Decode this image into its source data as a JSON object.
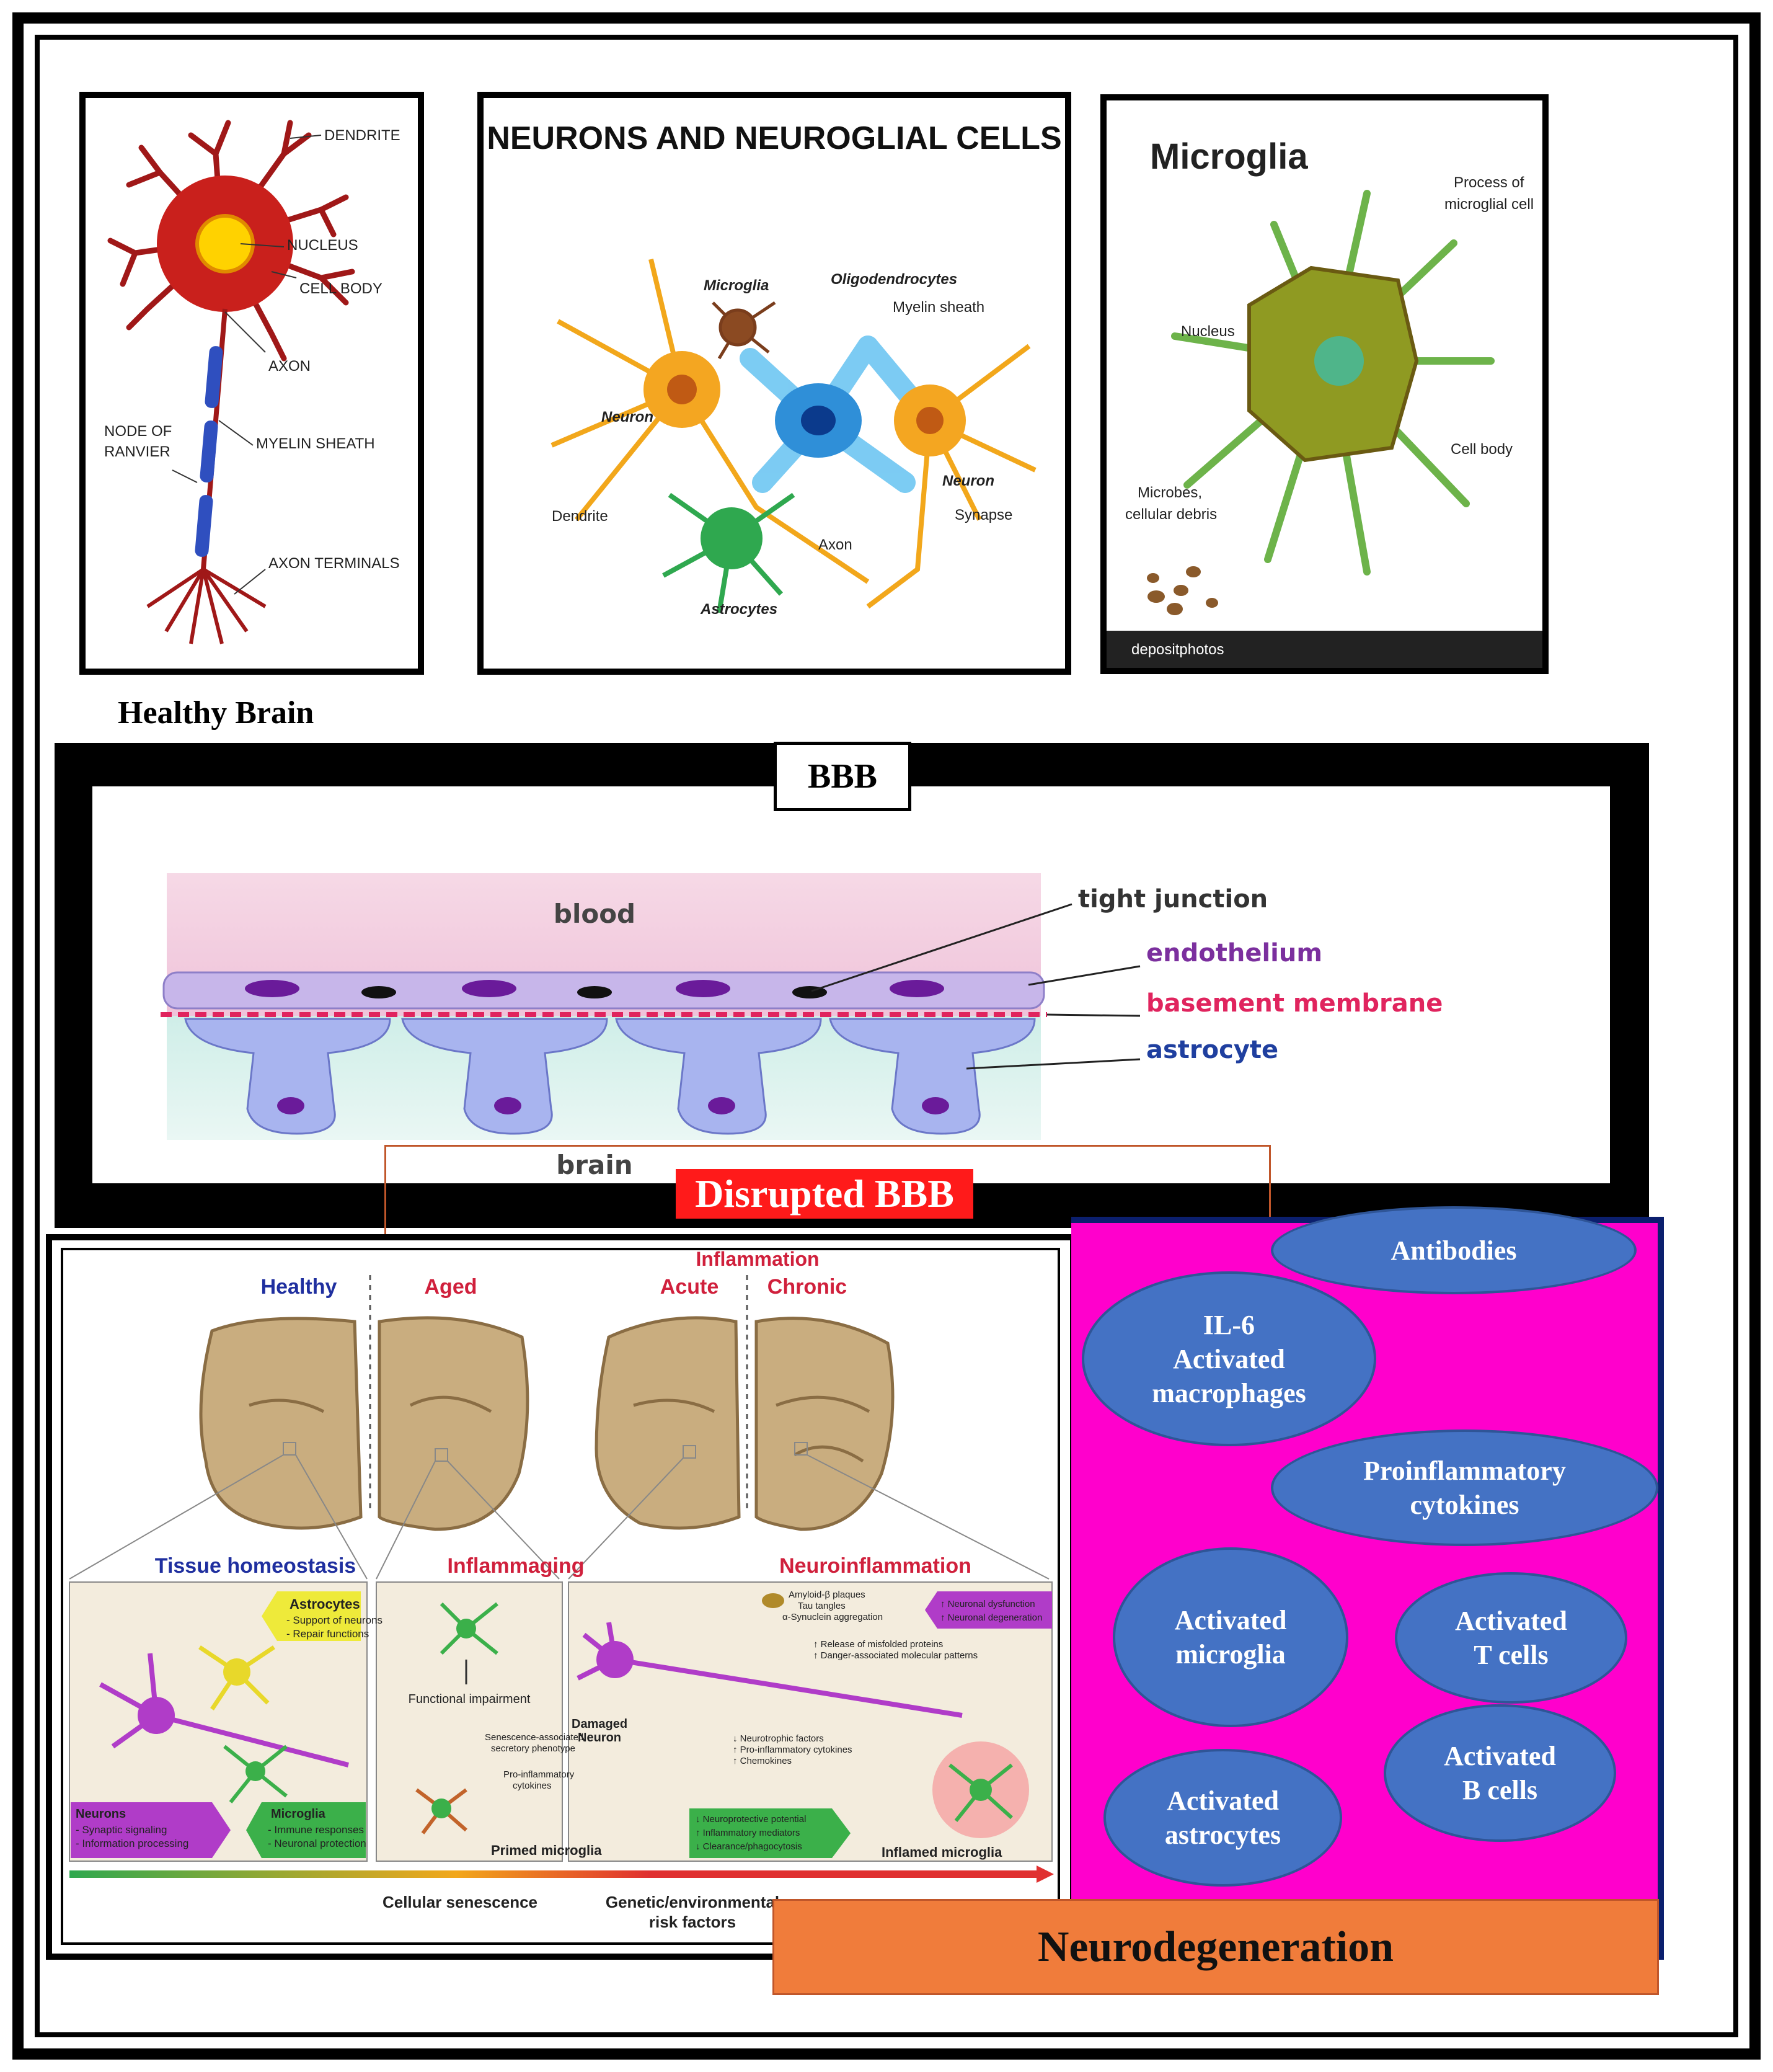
{
  "neuron_panel": {
    "labels": {
      "dendrite": "DENDRITE",
      "nucleus": "NUCLEUS",
      "cell_body": "CELL BODY",
      "axon": "AXON",
      "node": "NODE OF",
      "node2": "RANVIER",
      "myelin": "MYELIN SHEATH",
      "terminals": "AXON TERMINALS"
    },
    "caption": "Healthy Brain"
  },
  "glia_panel": {
    "title": "NEURONS AND NEUROGLIAL CELLS",
    "labels": {
      "microglia": "Microglia",
      "oligo": "Oligodendrocytes",
      "myelin": "Myelin sheath",
      "neuron_left": "Neuron",
      "neuron_right": "Neuron",
      "dendrite": "Dendrite",
      "axon": "Axon",
      "synapse": "Synapse",
      "astrocytes": "Astrocytes"
    }
  },
  "microglia_panel": {
    "title": "Microglia",
    "labels": {
      "process": "Process of",
      "process2": "microglial cell",
      "nucleus": "Nucleus",
      "cell_body": "Cell body",
      "microbes": "Microbes,",
      "debris": "cellular debris"
    },
    "watermark": "depositphotos"
  },
  "bbb": {
    "title": "BBB",
    "blood": "blood",
    "brain": "brain",
    "legend": {
      "tight": "tight junction",
      "endo": "endothelium",
      "basement": "basement membrane",
      "astro": "astrocyte"
    },
    "colors": {
      "endo": "#7b2f9e",
      "basement": "#e0245e",
      "astro": "#1f3f9f"
    }
  },
  "disrupted_label": "Disrupted BBB",
  "brain_panel": {
    "headers": {
      "healthy": "Healthy",
      "aged": "Aged",
      "inflammation": "Inflammation",
      "acute": "Acute",
      "chronic": "Chronic"
    },
    "sections": {
      "homeostasis": "Tissue homeostasis",
      "inflammaging": "Inflammaging",
      "neuroinflammation": "Neuroinflammation"
    },
    "boxes": {
      "astro_title": "Astrocytes",
      "astro_1": "- Support of neurons",
      "astro_2": "- Repair functions",
      "neurons_title": "Neurons",
      "neurons_1": "- Synaptic signaling",
      "neurons_2": "- Information processing",
      "microglia_title": "Microglia",
      "microglia_1": "- Immune responses",
      "microglia_2": "- Neuronal protection",
      "functional": "Functional impairment",
      "sasp_1": "Senescence-associated",
      "sasp_2": "secretory phenotype",
      "proinf_1": "Pro-inflammatory",
      "proinf_2": "cytokines",
      "primed": "Primed microglia",
      "amyloid_1": "Amyloid-β plaques",
      "amyloid_2": "Tau tangles",
      "amyloid_3": "α-Synuclein aggregation",
      "dysf_1": "↑ Neuronal dysfunction",
      "dysf_2": "↑ Neuronal degeneration",
      "release_1": "↑ Release of misfolded proteins",
      "release_2": "↑ Danger-associated molecular patterns",
      "damaged_1": "Damaged",
      "damaged_2": "Neuron",
      "neuro_1": "↓ Neurotrophic factors",
      "neuro_2": "↑ Pro-inflammatory cytokines",
      "neuro_3": "↑ Chemokines",
      "green_1": "↓ Neuroprotective potential",
      "green_2": "↑ Inflammatory mediators",
      "green_3": "↓ Clearance/phagocytosis",
      "inflamed": "Inflamed microglia"
    },
    "bottom": {
      "senescence": "Cellular senescence",
      "genetic_1": "Genetic/environmental",
      "genetic_2": "risk factors"
    }
  },
  "immune_panel": {
    "bg_color": "#ff00cc",
    "ovals": {
      "antibodies": "Antibodies",
      "il6": "IL-6\nActivated\nmacrophages",
      "cytokines": "Proinflammatory\ncytokines",
      "microglia": "Activated\nmicroglia",
      "tcells": "Activated\nT cells",
      "bcells": "Activated\nB cells",
      "astrocytes": "Activated\nastrocytes"
    }
  },
  "neurodegeneration": "Neurodegeneration"
}
